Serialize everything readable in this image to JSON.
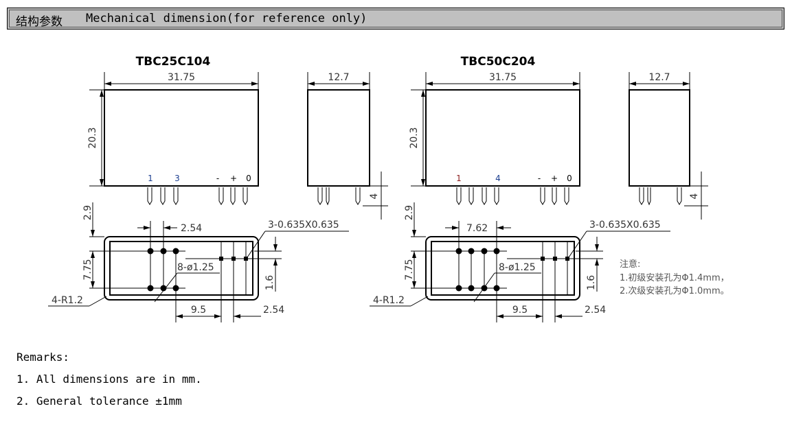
{
  "header": {
    "title_cn": "结构参数",
    "title_en": "Mechanical dimension(for reference only)"
  },
  "parts": [
    {
      "name": "TBC25C104",
      "length": "31.75",
      "height": "20.3",
      "width": "12.7",
      "pin_length": "4",
      "pin_labels": [
        "1",
        "3",
        "-",
        "+",
        "0"
      ],
      "offset_top": "2.9",
      "row_spacing": "7.75",
      "pitch": "2.54",
      "square_pins": "3-0.635X0.635",
      "round_holes": "8-ø1.25",
      "square_offset": "1.6",
      "corner_radius": "4-R1.2",
      "spacing_a": "9.5",
      "spacing_b": "2.54"
    },
    {
      "name": "TBC50C204",
      "length": "31.75",
      "height": "20.3",
      "width": "12.7",
      "pin_length": "4",
      "pin_labels": [
        "1",
        "4",
        "-",
        "+",
        "0"
      ],
      "offset_top": "2.9",
      "row_spacing": "7.75",
      "pitch": "7.62",
      "square_pins": "3-0.635X0.635",
      "round_holes": "8-ø1.25",
      "square_offset": "1.6",
      "corner_radius": "4-R1.2",
      "spacing_a": "9.5",
      "spacing_b": "2.54"
    }
  ],
  "notes": {
    "title": "注意:",
    "lines": [
      "1.初级安装孔为Φ1.4mm，",
      "2.次级安装孔为Φ1.0mm。"
    ]
  },
  "remarks": {
    "title": "Remarks:",
    "lines": [
      "1. All dimensions are in mm.",
      "2. General tolerance ±1mm"
    ]
  }
}
